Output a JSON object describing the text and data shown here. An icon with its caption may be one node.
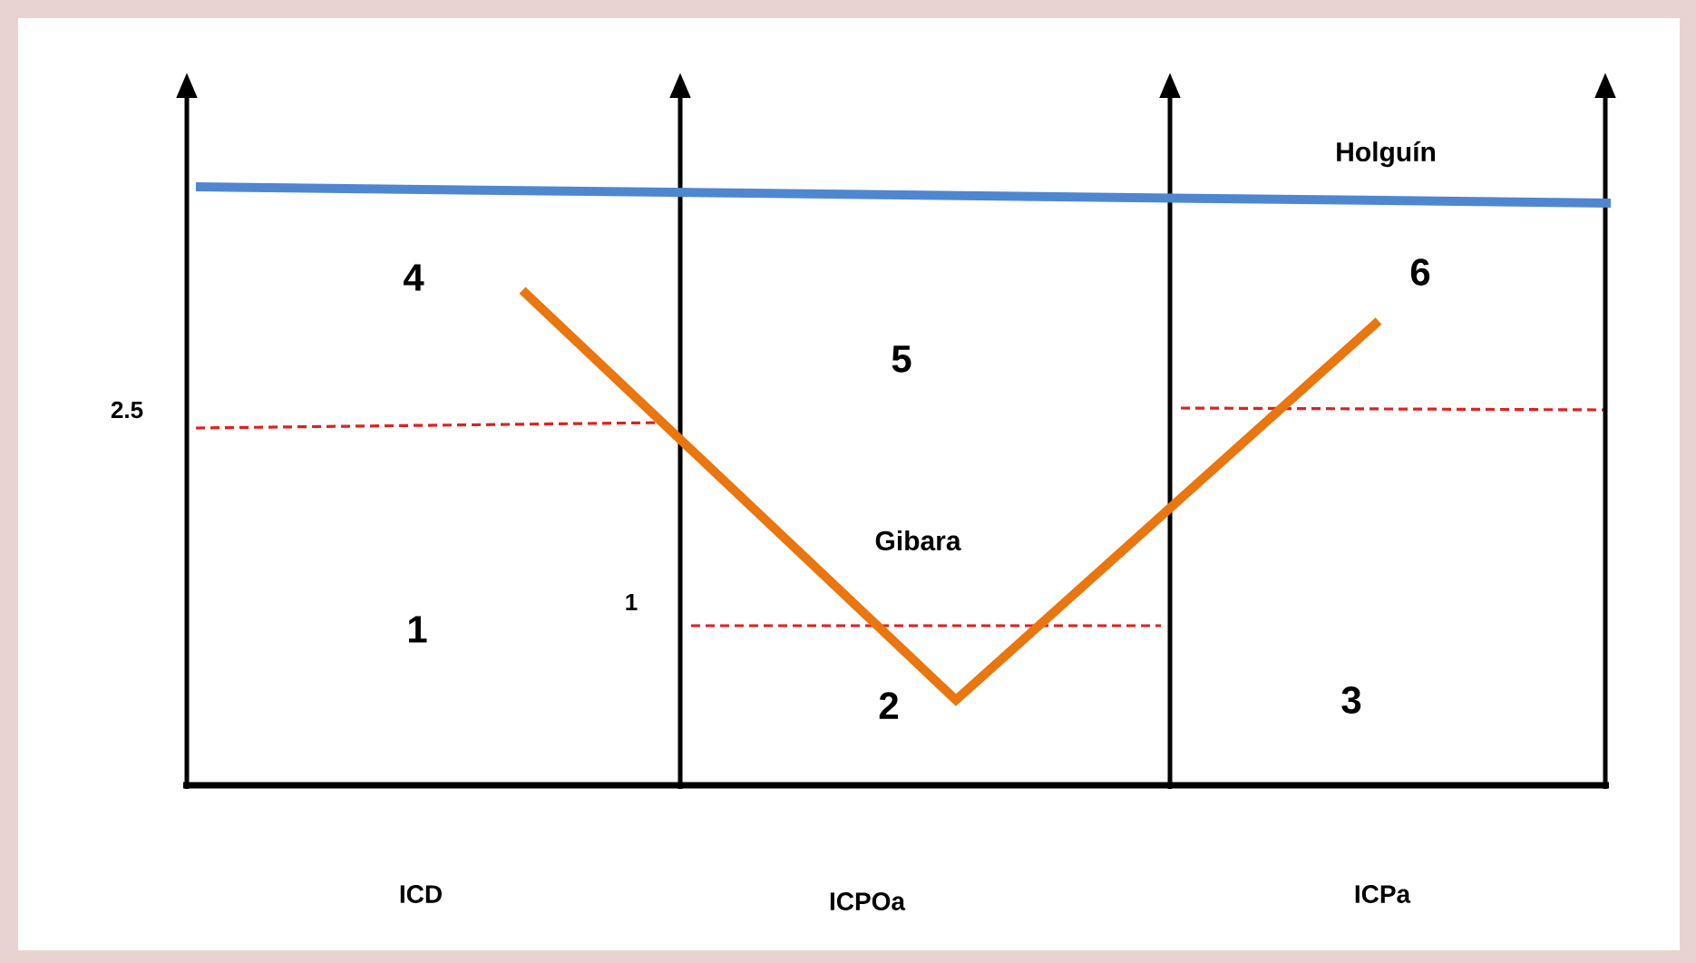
{
  "diagram": {
    "labels": [
      "Holguín",
      "4",
      "6",
      "5",
      "2.5",
      "Gibara",
      "1",
      "1",
      "2",
      "3",
      "ICD",
      "ICPOa",
      "ICPa"
    ]
  }
}
